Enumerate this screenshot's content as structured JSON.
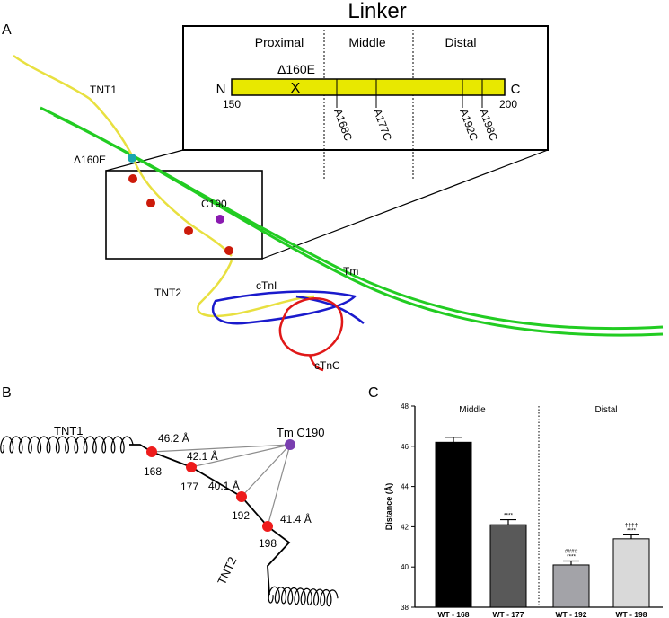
{
  "panel_a": {
    "letter": "A",
    "linker": {
      "title": "Linker",
      "regions": [
        "Proximal",
        "Middle",
        "Distal"
      ],
      "n_label": "N",
      "c_label": "C",
      "start": "150",
      "end": "200",
      "deletion": "Δ160E",
      "deletion_mark": "X",
      "sites": [
        "A168C",
        "A177C",
        "A192C",
        "A198C"
      ],
      "bar_color": "#e8e800"
    },
    "labels": {
      "tnt1": "TNT1",
      "d160e": "Δ160E",
      "c190": "C190",
      "tm": "Tm",
      "tnt2": "TNT2",
      "ctni": "cTnI",
      "ctnc": "cTnC"
    },
    "colors": {
      "tm": "#22cc22",
      "tnt": "#e8e040",
      "ctni": "#1a1acc",
      "ctnc": "#e01818",
      "bead": "#cc1a0a",
      "c190": "#8a1ab0",
      "cyan": "#1aa6b0"
    }
  },
  "panel_b": {
    "letter": "B",
    "tnt1": "TNT1",
    "tnt2": "TNT2",
    "tm_label": "Tm C190",
    "residues": [
      "168",
      "177",
      "192",
      "198"
    ],
    "distances": [
      "46.2 Å",
      "42.1 Å",
      "40.1 Å",
      "41.4 Å"
    ],
    "bead_color": "#ee1c1c",
    "tm_color": "#7a3fb0"
  },
  "panel_c": {
    "letter": "C",
    "region_left": "Middle",
    "region_right": "Distal",
    "significance": [
      "",
      "****",
      "####\n****",
      "††††\n****"
    ],
    "chart_data": {
      "type": "bar",
      "categories": [
        "WT - 168",
        "WT - 177",
        "WT - 192",
        "WT - 198"
      ],
      "values": [
        46.2,
        42.1,
        40.1,
        41.4
      ],
      "errors": [
        0.25,
        0.25,
        0.2,
        0.2
      ],
      "colors": [
        "#000000",
        "#595959",
        "#a3a3a8",
        "#d9d9d9"
      ],
      "ylabel": "Distance (Å)",
      "ylim": [
        38,
        48
      ],
      "yticks": [
        "38",
        "40",
        "42",
        "44",
        "46",
        "48"
      ]
    }
  }
}
